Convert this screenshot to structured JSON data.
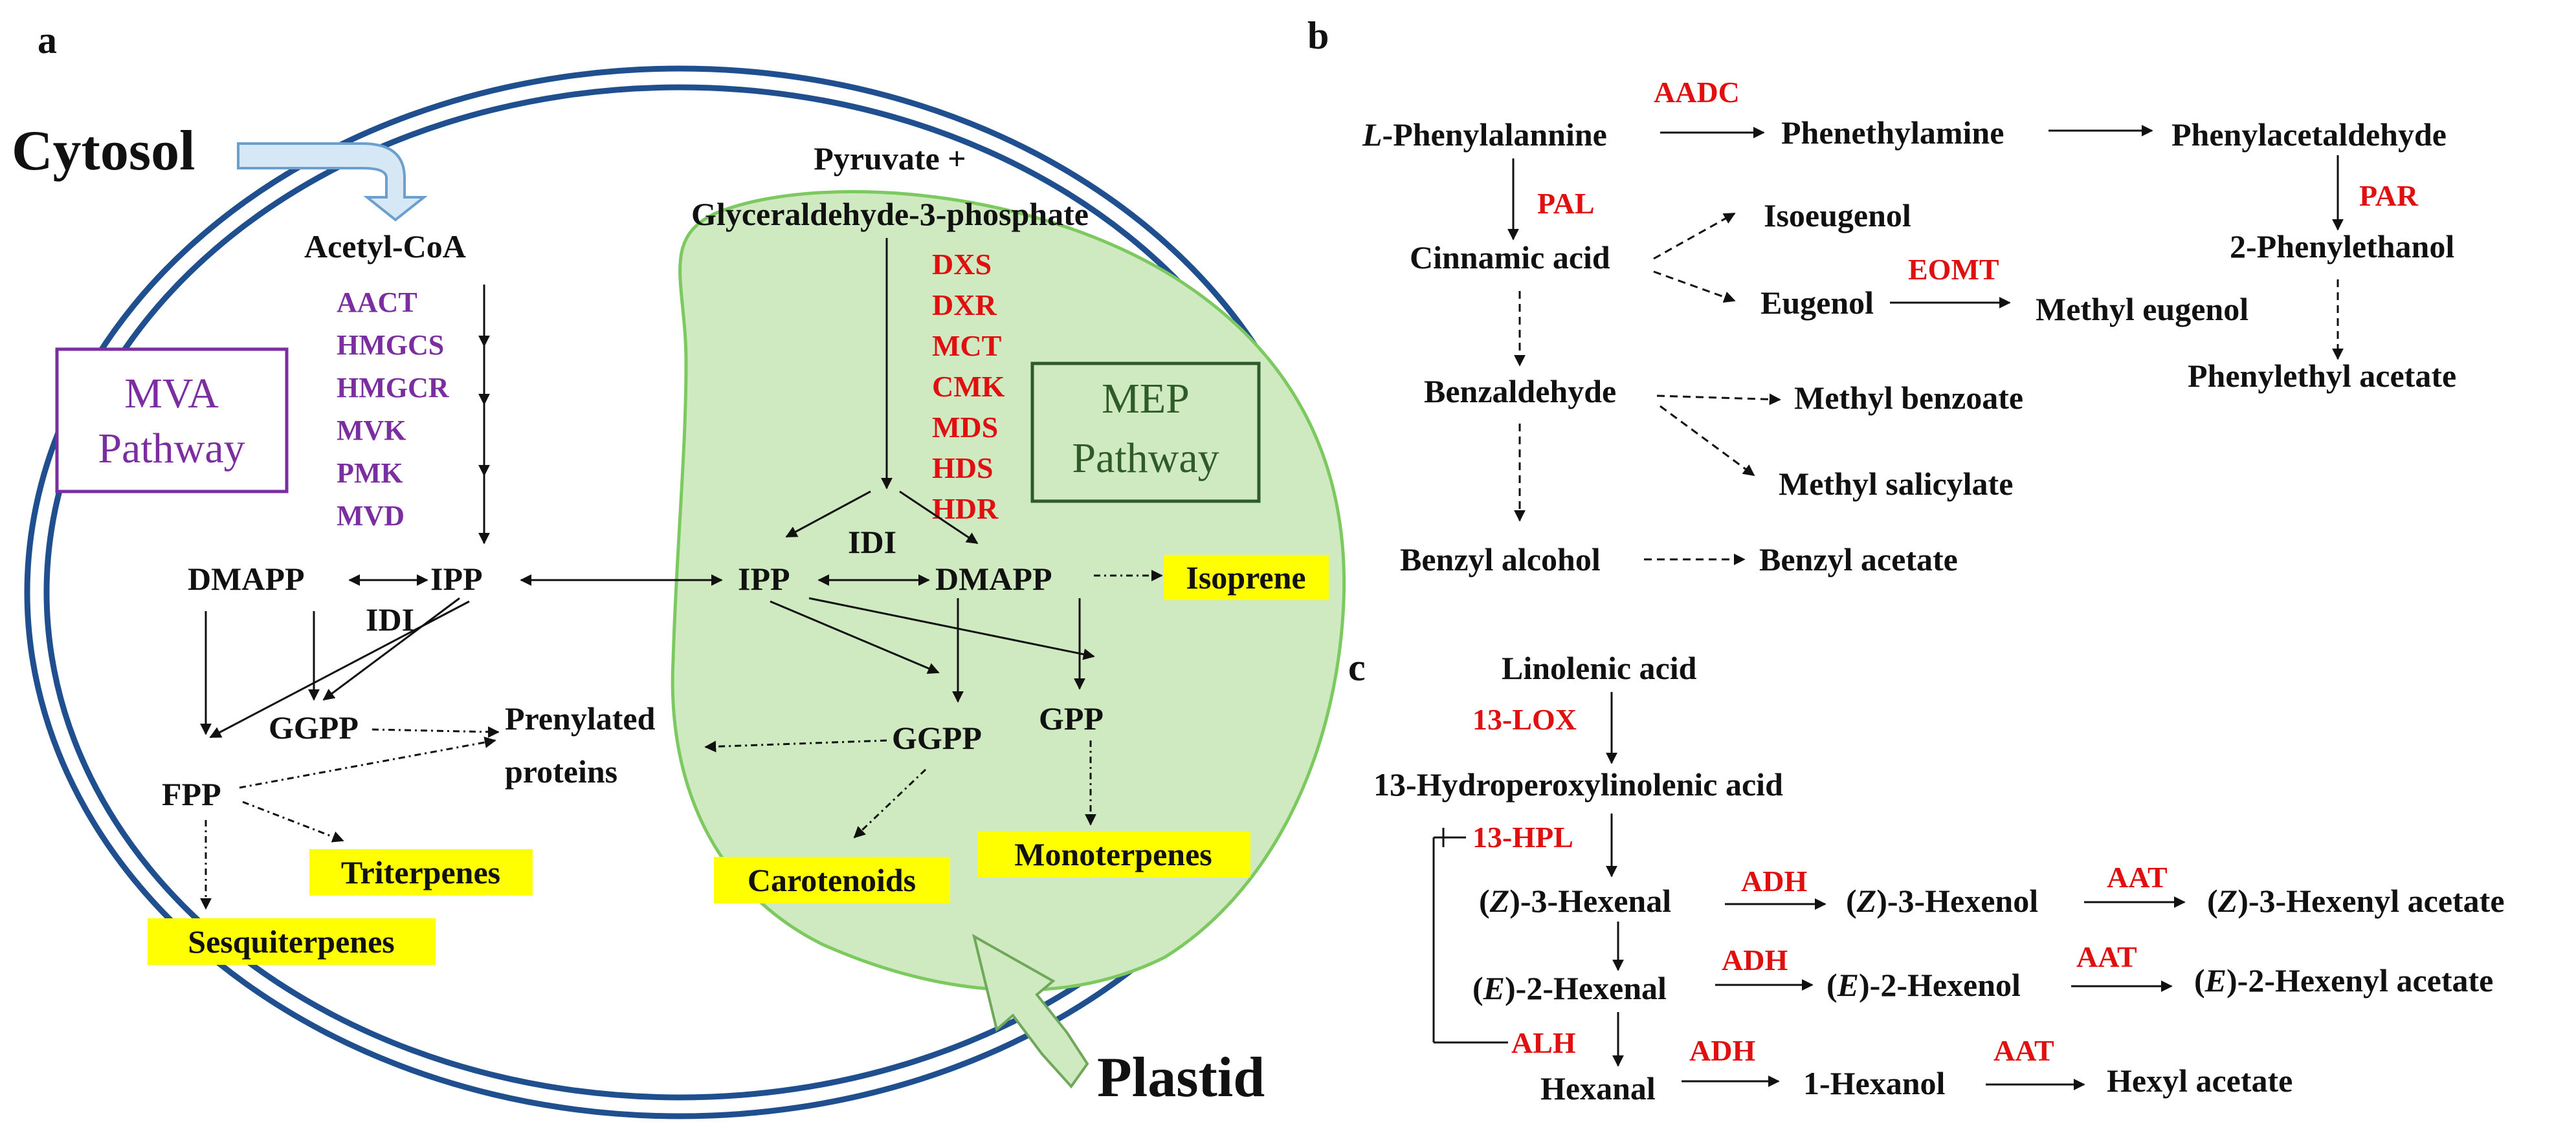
{
  "panels": {
    "a": "a",
    "b": "b",
    "c": "c"
  },
  "panel_a": {
    "cytosol": "Cytosol",
    "plastid": "Plastid",
    "acetyl_coa": "Acetyl-CoA",
    "pyruvate_line1": "Pyruvate  +",
    "pyruvate_line2": "Glyceraldehyde-3-phosphate",
    "mva_box_line1": "MVA",
    "mva_box_line2": "Pathway",
    "mep_box_line1": "MEP",
    "mep_box_line2": "Pathway",
    "mva_enzymes": [
      "AACT",
      "HMGCS",
      "HMGCR",
      "MVK",
      "PMK",
      "MVD"
    ],
    "mep_enzymes": [
      "DXS",
      "DXR",
      "MCT",
      "CMK",
      "MDS",
      "HDS",
      "HDR"
    ],
    "dmapp_cyt": "DMAPP",
    "ipp_cyt": "IPP",
    "idi_cyt": "IDI",
    "ggpp_cyt": "GGPP",
    "fpp": "FPP",
    "prenylated_line1": "Prenylated",
    "prenylated_line2": "proteins",
    "triterpenes": "Triterpenes",
    "sesquiterpenes": "Sesquiterpenes",
    "ipp_pl": "IPP",
    "idi_pl": "IDI",
    "dmapp_pl": "DMAPP",
    "isoprene": "Isoprene",
    "ggpp_pl": "GGPP",
    "gpp": "GPP",
    "carotenoids": "Carotenoids",
    "monoterpenes": "Monoterpenes"
  },
  "panel_b": {
    "phenylalanine_italic": "L",
    "phenylalanine_rest": "-Phenylalannine",
    "aadc": "AADC",
    "phenethylamine": "Phenethylamine",
    "phenylacetaldehyde": "Phenylacetaldehyde",
    "pal": "PAL",
    "cinnamic_acid": "Cinnamic acid",
    "isoeugenol": "Isoeugenol",
    "eugenol": "Eugenol",
    "eomt": "EOMT",
    "methyl_eugenol": "Methyl eugenol",
    "par": "PAR",
    "phenylethanol": "2-Phenylethanol",
    "phenylethyl_acetate": "Phenylethyl acetate",
    "benzaldehyde": "Benzaldehyde",
    "methyl_benzoate": "Methyl benzoate",
    "methyl_salicylate": "Methyl salicylate",
    "benzyl_alcohol": "Benzyl alcohol",
    "benzyl_acetate": "Benzyl acetate"
  },
  "panel_c": {
    "linolenic_acid": "Linolenic acid",
    "lox": "13-LOX",
    "hydroperoxy": "13-Hydroperoxylinolenic acid",
    "hpl": "13-HPL",
    "z": "Z",
    "e": "E",
    "hexenal_3_suffix": ")-3-Hexenal",
    "hexenol_3_suffix": ")-3-Hexenol",
    "hexenyl_acetate_3_suffix": ")-3-Hexenyl acetate",
    "hexenal_2_suffix": ")-2-Hexenal",
    "hexenol_2_suffix": ")-2-Hexenol",
    "hexenyl_acetate_2_suffix": ")-2-Hexenyl acetate",
    "adh": "ADH",
    "aat": "AAT",
    "alh": "ALH",
    "hexanal": "Hexanal",
    "hexanol": "1-Hexanol",
    "hexyl_acetate": "Hexyl acetate"
  },
  "colors": {
    "enzyme_red": "#e01010",
    "mva_purple": "#7a2ea0",
    "mep_green": "#2f5a2a",
    "plastid_fill": "#cfe9c1",
    "plastid_stroke": "#7cc95f",
    "cell_border": "#1f4f8f",
    "highlight": "#ffff00"
  }
}
